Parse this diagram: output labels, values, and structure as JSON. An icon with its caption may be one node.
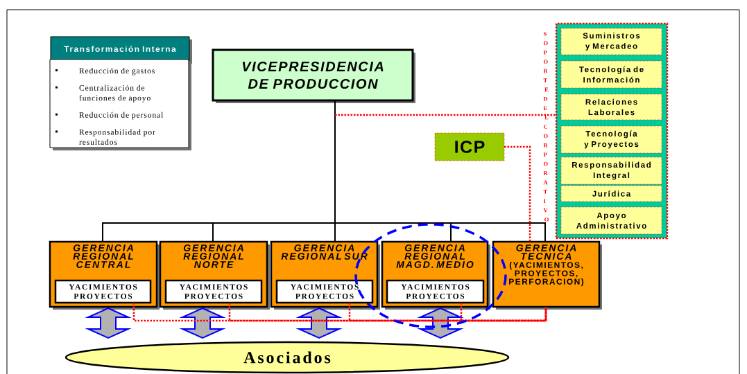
{
  "diagram": {
    "nodes": [
      {
        "text": [
          "Transformación Interna"
        ]
      },
      {
        "text": [
          "Reducción de gastos",
          "Centralización de funciones de apoyo",
          "Reducción de personal",
          "Responsabilidad por resultados"
        ]
      },
      {
        "text": [
          "VICEPRESIDENCIA DE PRODUCCION"
        ]
      },
      {
        "text": [
          "ICP"
        ]
      },
      {
        "text": [
          "SOPORTE DEL CORPORATIVO"
        ]
      },
      {
        "text": [
          "Suministros y Mercadeo"
        ],
        "in": 4
      },
      {
        "text": [
          "Tecnología de Información"
        ],
        "in": 4
      },
      {
        "text": [
          "Relaciones Laborales"
        ],
        "in": 4
      },
      {
        "text": [
          "Tecnología y Proyectos"
        ],
        "in": 4
      },
      {
        "text": [
          "Responsabilidad Integral"
        ],
        "in": 4
      },
      {
        "text": [
          "Jurídica"
        ],
        "in": 4
      },
      {
        "text": [
          "Apoyo Administrativo"
        ],
        "in": 4
      },
      {
        "text": [
          "GERENCIA REGIONAL CENTRAL"
        ]
      },
      {
        "text": [
          "YACIMIENTOS PROYECTOS"
        ],
        "in": 12
      },
      {
        "text": [
          "GERENCIA REGIONAL NORTE"
        ]
      },
      {
        "text": [
          "YACIMIENTOS PROYECTOS"
        ],
        "in": 14
      },
      {
        "text": [
          "GERENCIA REGIONAL SUR"
        ]
      },
      {
        "text": [
          "YACIMIENTOS PROYECTOS"
        ],
        "in": 16
      },
      {
        "text": [
          "GERENCIA REGIONAL MAGD. MEDIO"
        ]
      },
      {
        "text": [
          "YACIMIENTOS PROYECTOS"
        ],
        "in": 18
      },
      {
        "text": [
          "GERENCIA TECNICA",
          "(YACIMIENTOS, PROYECTOS, PERFORACION)"
        ]
      },
      {
        "text": [
          "Asociados"
        ]
      }
    ],
    "edges": [
      {
        "from": 2,
        "to": 12,
        "arrow": "none",
        "color": "#000000"
      },
      {
        "from": 2,
        "to": 14,
        "arrow": "none",
        "color": "#000000"
      },
      {
        "from": 2,
        "to": 16,
        "arrow": "none",
        "color": "#000000"
      },
      {
        "from": 2,
        "to": 18,
        "arrow": "none",
        "color": "#000000"
      },
      {
        "from": 2,
        "to": 20,
        "arrow": "none",
        "color": "#000000"
      },
      {
        "from": 2,
        "to": 4,
        "arrow": "none",
        "style": "dashed",
        "color": "#ff0000"
      },
      {
        "from": 3,
        "to": 20,
        "arrow": "none",
        "style": "dashed",
        "color": "#ff0000"
      },
      {
        "from": 13,
        "to": 20,
        "arrow": "none",
        "style": "dashed",
        "color": "#ff0000"
      },
      {
        "from": 15,
        "to": 20,
        "arrow": "none",
        "style": "dashed",
        "color": "#ff0000"
      },
      {
        "from": 17,
        "to": 20,
        "arrow": "none",
        "style": "dashed",
        "color": "#ff0000"
      },
      {
        "from": 19,
        "to": 20,
        "arrow": "none",
        "style": "dashed",
        "color": "#ff0000"
      },
      {
        "from": 12,
        "to": 21,
        "arrow": "both",
        "style": "thick",
        "color": "#0000ff"
      },
      {
        "from": 14,
        "to": 21,
        "arrow": "both",
        "style": "thick",
        "color": "#0000ff"
      },
      {
        "from": 16,
        "to": 21,
        "arrow": "both",
        "style": "thick",
        "color": "#0000ff"
      },
      {
        "from": 18,
        "to": 21,
        "arrow": "both",
        "style": "thick",
        "color": "#0000ff"
      }
    ]
  }
}
